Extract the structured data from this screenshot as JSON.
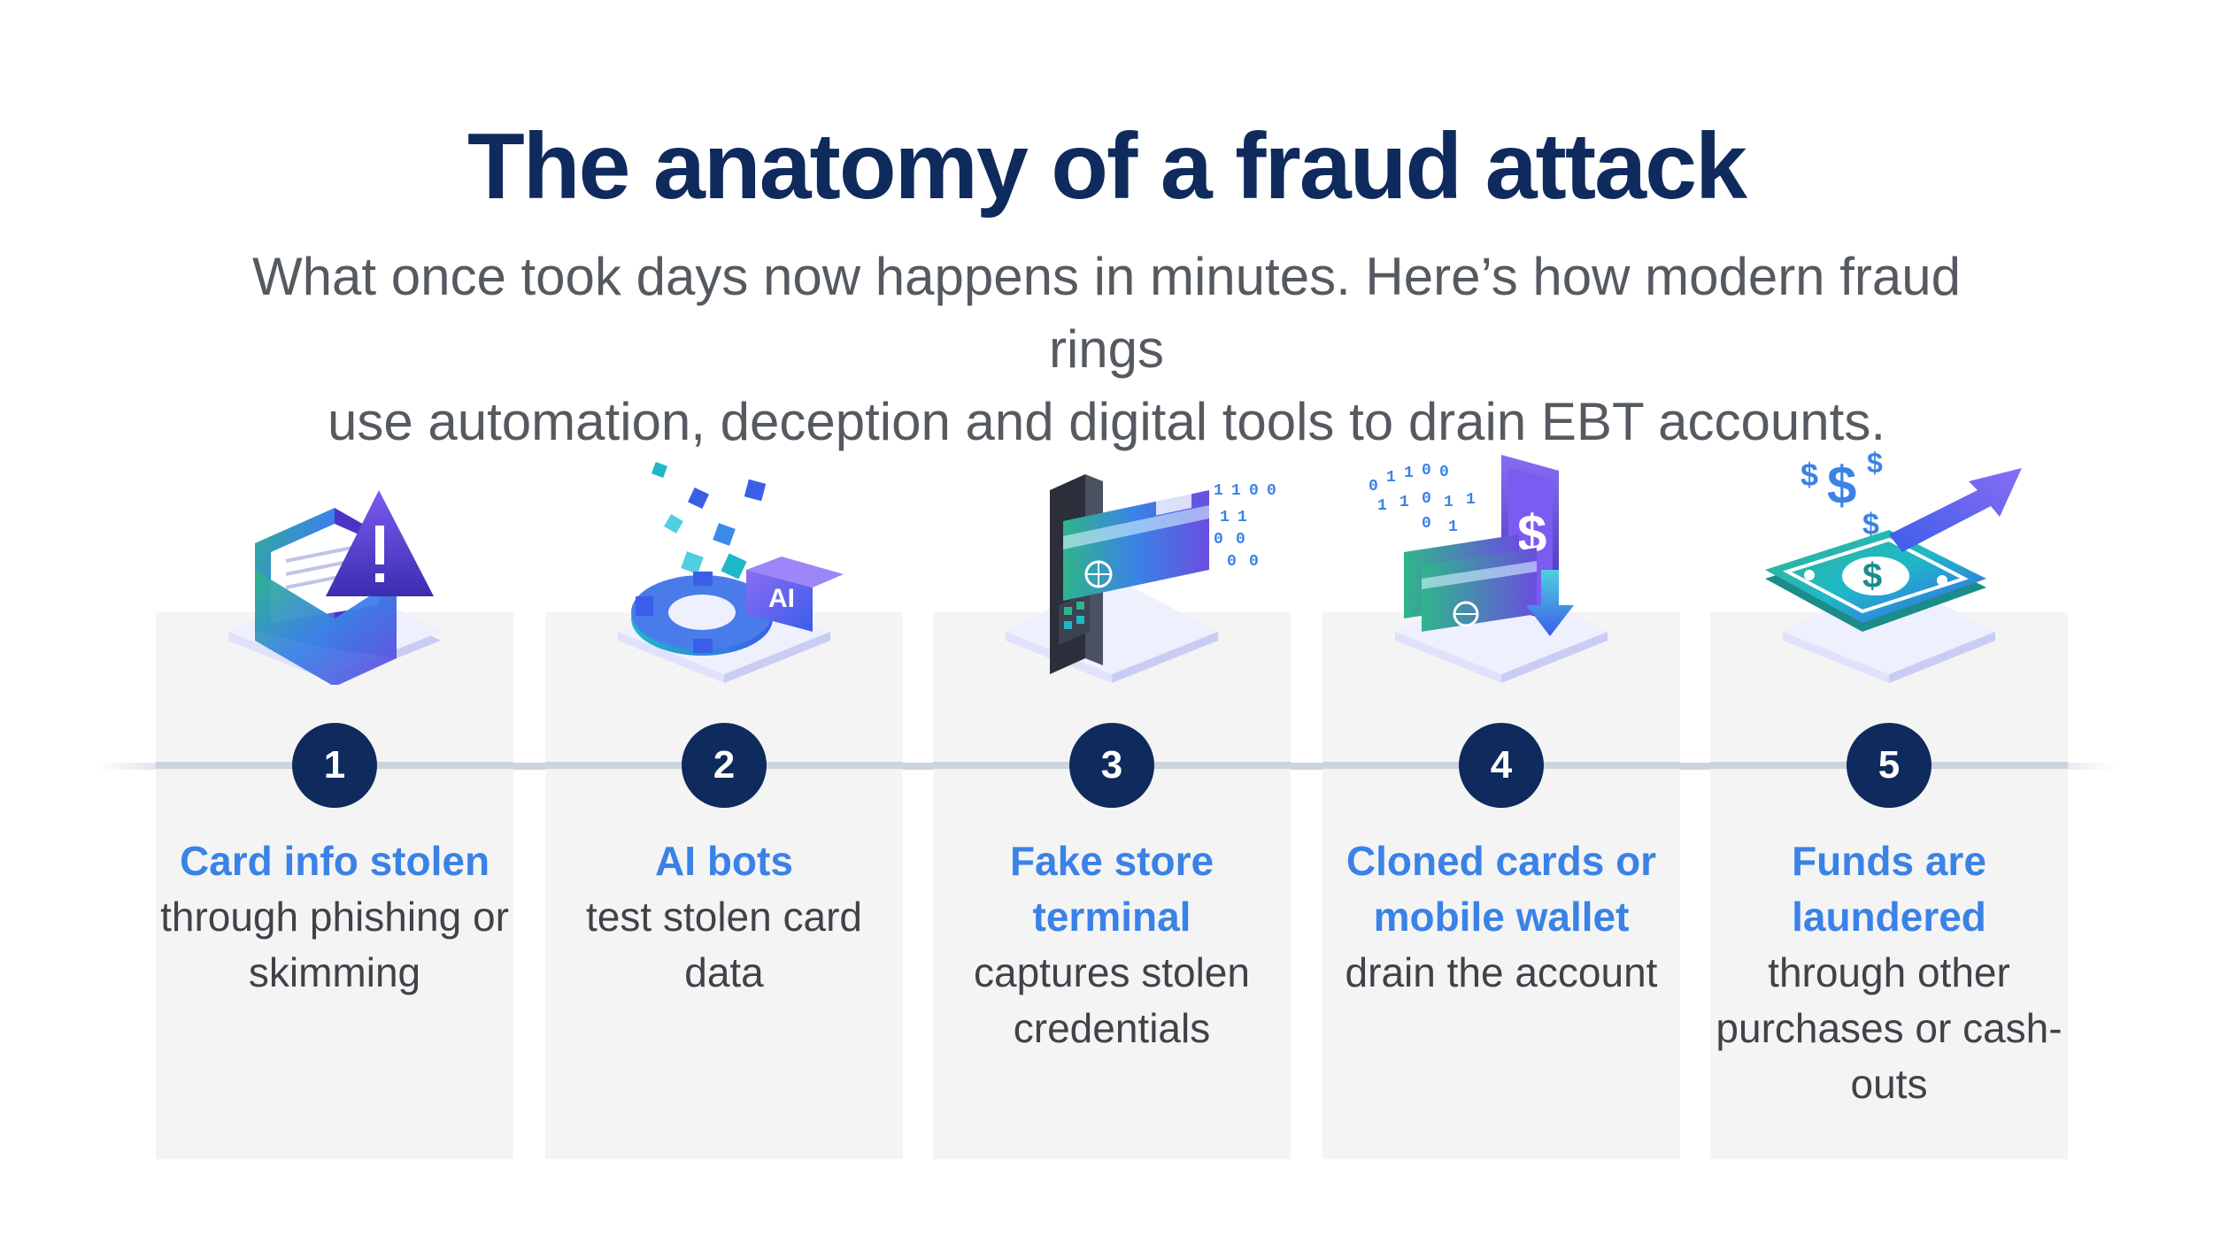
{
  "title": "The anatomy of a fraud attack",
  "subtitle_line1": "What once took days now happens in minutes. Here’s how modern fraud rings",
  "subtitle_line2": "use automation, deception and digital tools to drain EBT accounts.",
  "colors": {
    "navy": "#0f2a5c",
    "highlight_blue": "#3b82e6",
    "body_text": "#3f4349",
    "card_bg": "#f4f4f4",
    "accent_purple": "#6a4ee0",
    "accent_teal": "#1fb8c9",
    "accent_green": "#2fb58b"
  },
  "steps": [
    {
      "number": "1",
      "icon": "phishing-envelope-warning-icon",
      "highlight": "Card info stolen",
      "text": "through phishing or skimming"
    },
    {
      "number": "2",
      "icon": "ai-bot-gear-icon",
      "highlight": "AI bots",
      "text": "test stolen card data"
    },
    {
      "number": "3",
      "icon": "card-terminal-icon",
      "highlight": "Fake store terminal",
      "text": "captures stolen credentials"
    },
    {
      "number": "4",
      "icon": "cloned-card-mobile-wallet-icon",
      "highlight": "Cloned cards or mobile wallet",
      "text": "drain the account"
    },
    {
      "number": "5",
      "icon": "money-laundering-arrow-icon",
      "highlight": "Funds are laundered",
      "text": "through other purchases or cash-outs"
    }
  ],
  "binary_step3": [
    "1",
    "1",
    "0",
    "0",
    "1",
    "1",
    "0",
    "0",
    "0",
    "0"
  ],
  "binary_step4": [
    "0",
    "1",
    "1",
    "0",
    "0",
    "1",
    "1",
    "0",
    "1",
    "1",
    "0",
    "1"
  ],
  "currency_symbol": "$",
  "ai_label": "AI"
}
